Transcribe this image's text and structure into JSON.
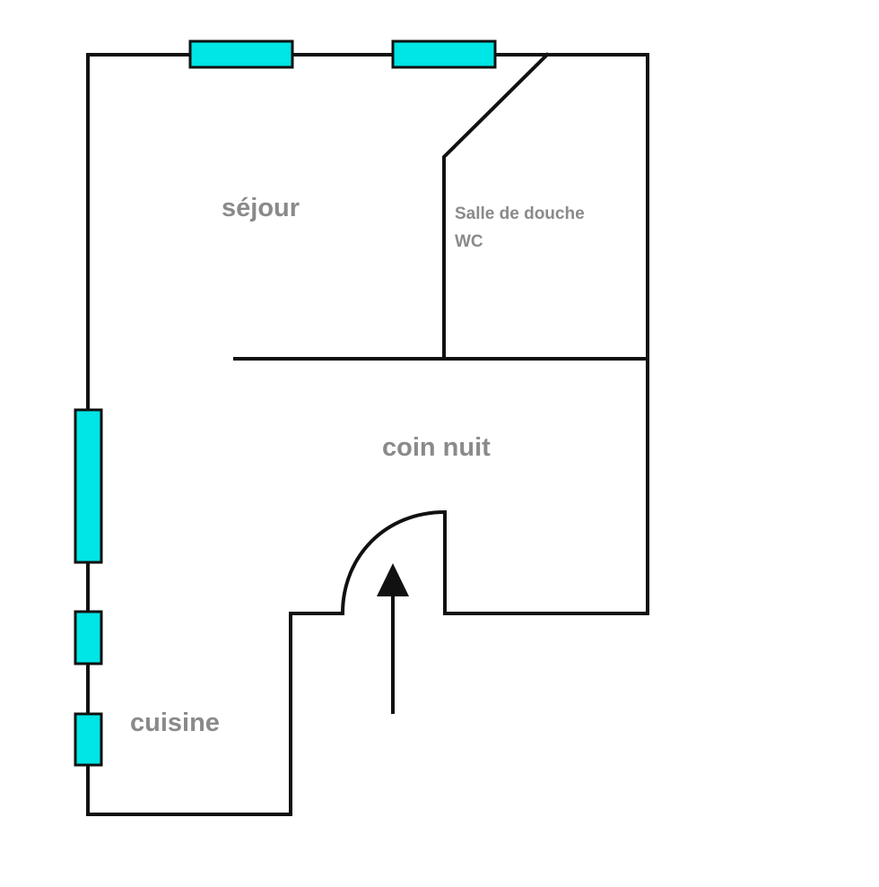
{
  "rooms": {
    "sejour": "séjour",
    "salle_de_douche": "Salle de douche",
    "wc": "WC",
    "coin_nuit": "coin nuit",
    "cuisine": "cuisine"
  },
  "colors": {
    "wall": "#111111",
    "window": "#00e5e5",
    "label": "#8a8a8a",
    "background": "#ffffff"
  },
  "icons": {
    "entrance": "entrance-arrow-icon",
    "door": "door-swing-icon"
  }
}
